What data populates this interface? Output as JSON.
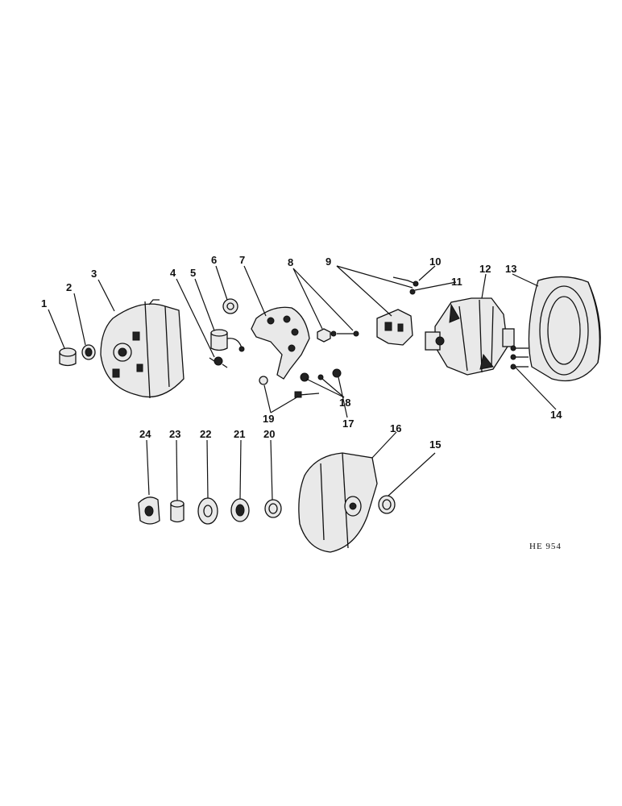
{
  "callouts": {
    "c1": "1",
    "c2": "2",
    "c3": "3",
    "c4": "4",
    "c5": "5",
    "c6": "6",
    "c7": "7",
    "c8": "8",
    "c9": "9",
    "c10": "10",
    "c11": "11",
    "c12": "12",
    "c13": "13",
    "c14": "14",
    "c15": "15",
    "c16": "16",
    "c17": "17",
    "c18": "18",
    "c19": "19",
    "c20": "20",
    "c21": "21",
    "c22": "22",
    "c23": "23",
    "c24": "24"
  },
  "figure_code": "HE 954",
  "ink_color": "#111111",
  "background": "#ffffff"
}
